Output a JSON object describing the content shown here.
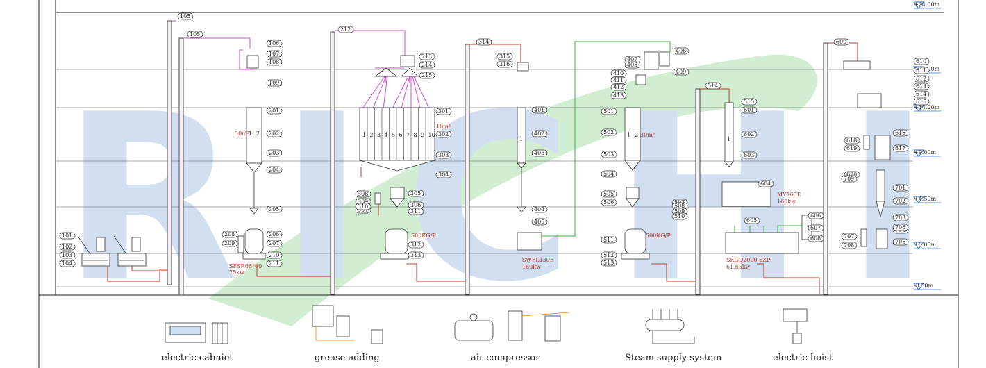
{
  "levels": [
    {
      "label": "+24.00m"
    },
    {
      "label": "+18.00m"
    },
    {
      "label": "+14.00m"
    },
    {
      "label": "+9.00m"
    },
    {
      "label": "+4.50m"
    },
    {
      "label": "±0.00m"
    },
    {
      "label": "-3.50m"
    }
  ],
  "tags": {
    "s1": [
      "101",
      "102",
      "103",
      "104"
    ],
    "s1b": [
      "105",
      "105"
    ],
    "s2": [
      "106",
      "107",
      "108",
      "109",
      "201",
      "202",
      "203",
      "204",
      "205",
      "206",
      "207",
      "208",
      "209",
      "210",
      "211"
    ],
    "s3a": [
      "212"
    ],
    "s3": [
      "213",
      "214",
      "215",
      "301",
      "302",
      "303",
      "304",
      "305",
      "306",
      "307",
      "308",
      "309",
      "310",
      "311",
      "312",
      "313"
    ],
    "s4": [
      "314",
      "315",
      "316",
      "401",
      "402",
      "403",
      "404",
      "405"
    ],
    "s5": [
      "406",
      "407",
      "408",
      "409",
      "410",
      "411",
      "412",
      "413",
      "501",
      "502",
      "503",
      "504",
      "505",
      "506",
      "507",
      "508",
      "509",
      "510",
      "511",
      "512",
      "513"
    ],
    "s6": [
      "514",
      "515",
      "601",
      "602",
      "603",
      "604",
      "605",
      "606",
      "607",
      "608"
    ],
    "s7": [
      "609",
      "610",
      "611",
      "612",
      "613",
      "614",
      "615",
      "616",
      "617",
      "618",
      "619",
      "620",
      "701",
      "702",
      "703",
      "704",
      "705",
      "706",
      "707",
      "708",
      "709"
    ]
  },
  "equipment_notes": {
    "sfsp": "SFSP.66*60",
    "sfsp_kw": "75kw",
    "press_cap_1": "500KG/P",
    "swfl": "SWFL130E",
    "swfl_kw": "160kw",
    "press_cap_2": "500KG/P",
    "my": "MY165E",
    "my_kw": "160kw",
    "skgd": "SKGD2000-5ZP",
    "skgd_kw": "61.65kw"
  },
  "bin_labels": {
    "a": [
      "1",
      "2"
    ],
    "b": [
      "1",
      "2",
      "3",
      "4",
      "5",
      "6",
      "7",
      "8",
      "9",
      "10"
    ],
    "c": [
      "1",
      "2"
    ],
    "d": [
      "1"
    ],
    "e": [
      "1"
    ],
    "vol_a": "30m³",
    "vol_b": "10m³",
    "vol_c": "30m³"
  },
  "auxiliary": [
    {
      "label": "electric cabniet"
    },
    {
      "label": "grease adding"
    },
    {
      "label": "air compressor"
    },
    {
      "label": "Steam supply system"
    },
    {
      "label": "electric hoist"
    }
  ],
  "watermark": {
    "text": "RICHI"
  },
  "colors": {
    "line": "#222222",
    "pipe_red": "#c0392b",
    "pipe_pink": "#d24dd2",
    "pipe_green": "#3cb043",
    "orange": "#e8801a",
    "watermark_blue": "#7da4d8",
    "watermark_green": "#7fd07f"
  }
}
